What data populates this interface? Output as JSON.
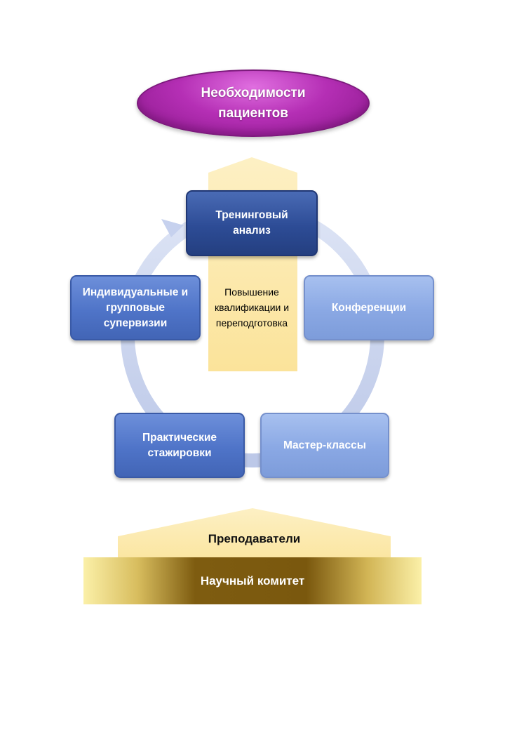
{
  "goal": {
    "label_line1": "Необходимости",
    "label_line2": "пациентов"
  },
  "center": {
    "line1": "Повышение",
    "line2": "квалификации и",
    "line3": "переподготовка"
  },
  "cycle": {
    "training_analysis": {
      "line1": "Тренинговый",
      "line2": "анализ"
    },
    "conferences": {
      "line1": "Конференции"
    },
    "master_classes": {
      "line1": "Мастер-классы"
    },
    "practical_internships": {
      "line1": "Практические",
      "line2": "стажировки"
    },
    "supervisions": {
      "line1": "Индивидуальные и",
      "line2": "групповые",
      "line3": "супервизии"
    }
  },
  "foundation": {
    "teachers": "Преподаватели",
    "scientific_committee": "Научный комитет"
  },
  "colors": {
    "goal": "#b52fb5",
    "box_dark": "#2d4c96",
    "box_mid": "#4f74c8",
    "box_light": "#8aa8e4",
    "ring": "#c9d3ee",
    "center_column": "#fbe7a6",
    "committee_dark": "#7a580e"
  }
}
